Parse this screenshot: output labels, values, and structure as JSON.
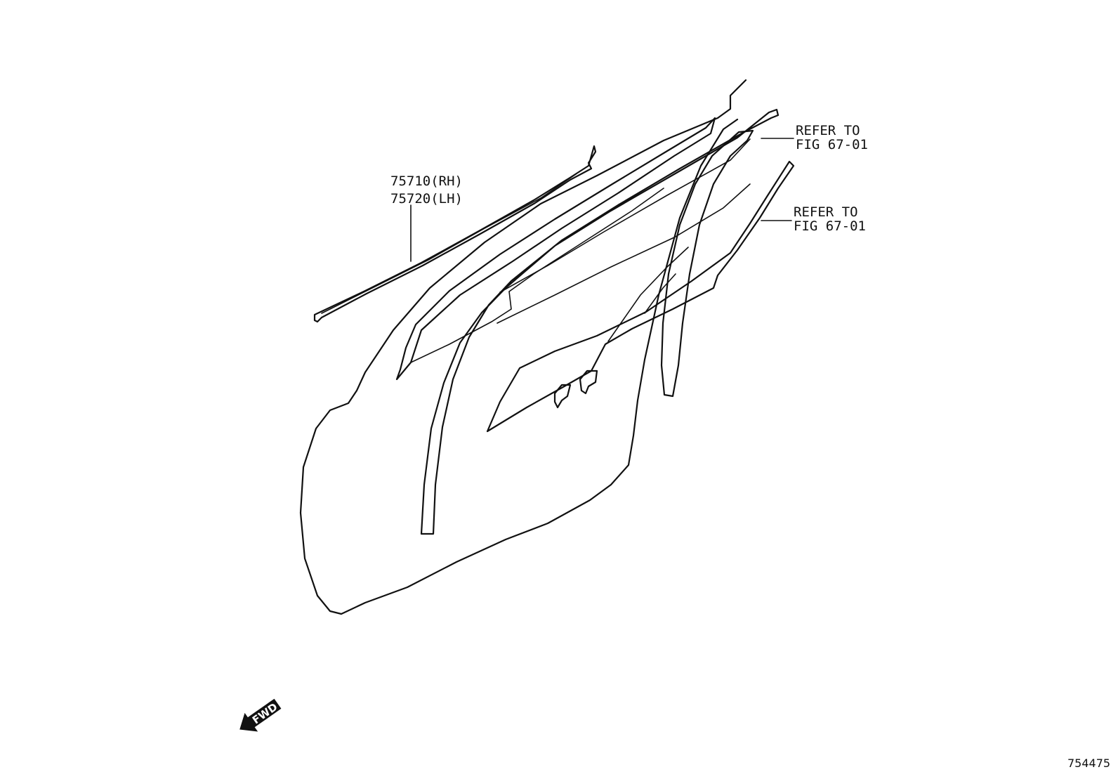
{
  "labels": {
    "part_number_rh": "75710(RH)",
    "part_number_lh": "75720(LH)",
    "refer_upper_line1": "REFER TO",
    "refer_upper_line2": "FIG 67-01",
    "refer_lower_line1": "REFER TO",
    "refer_lower_line2": "FIG 67-01",
    "fwd": "FWD",
    "diagram_id": "754475"
  },
  "colors": {
    "line": "#111111",
    "background": "#ffffff"
  },
  "icons": {
    "direction": "fwd-arrow-icon"
  }
}
